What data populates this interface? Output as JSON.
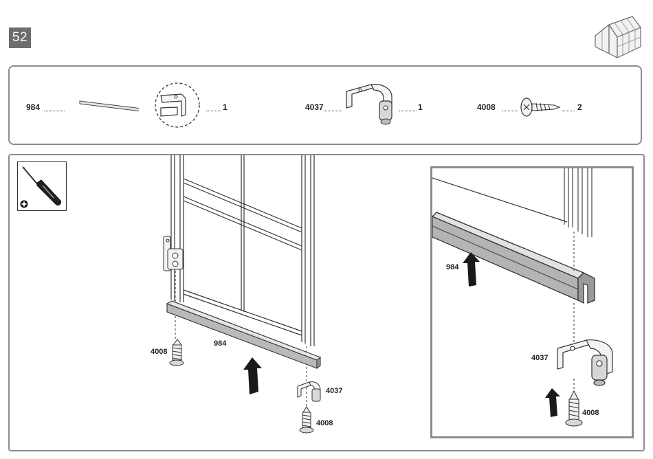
{
  "step": {
    "number": "52"
  },
  "header": {
    "product_icon": "greenhouse-icon"
  },
  "parts": [
    {
      "id": "984",
      "qty": "1",
      "icon": "rail-profile-icon"
    },
    {
      "id": "4037",
      "qty": "1",
      "icon": "bracket-roller-icon"
    },
    {
      "id": "4008",
      "qty": "2",
      "icon": "screw-icon"
    }
  ],
  "tool": {
    "icon": "screwdriver-icon",
    "modifier_icon": "plus-icon"
  },
  "main": {
    "labels": {
      "screw_left": "4008",
      "rail": "984",
      "bracket": "4037",
      "screw_bottom": "4008"
    }
  },
  "detail": {
    "labels": {
      "rail": "984",
      "bracket": "4037",
      "screw": "4008"
    }
  }
}
